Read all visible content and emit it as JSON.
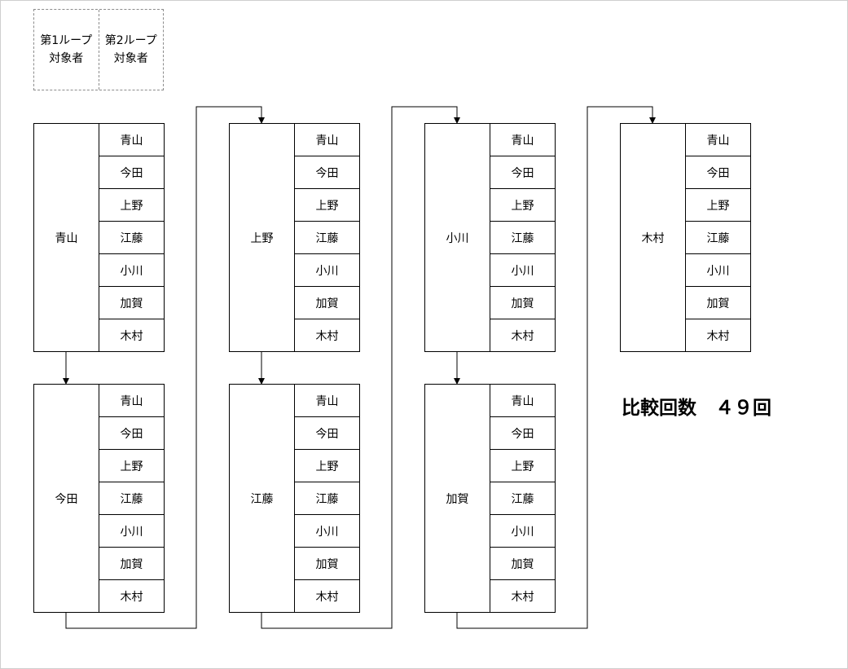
{
  "legend": {
    "outer_label": "第1ループ\n対象者",
    "inner_label": "第2ループ\n対象者"
  },
  "members": [
    "青山",
    "今田",
    "上野",
    "江藤",
    "小川",
    "加賀",
    "木村"
  ],
  "outer_loop": [
    "青山",
    "今田",
    "上野",
    "江藤",
    "小川",
    "加賀",
    "木村"
  ],
  "summary": {
    "text": "比較回数　４９回"
  },
  "colors": {
    "line": "#000000",
    "legend_border": "#8c8c8c",
    "canvas_border": "#cfcfcf"
  }
}
